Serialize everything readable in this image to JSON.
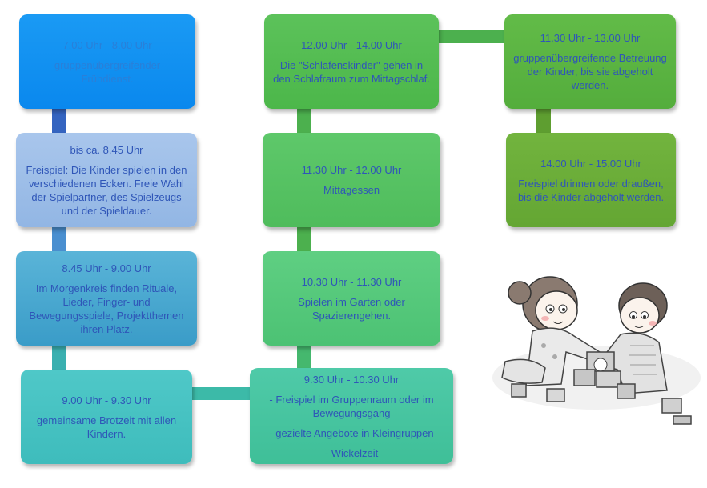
{
  "colors": {
    "connector_blue": "#3464c0",
    "connector_lightblue": "#4a8fd0",
    "connector_teal": "#3ab0b0",
    "connector_green": "#4cb04e",
    "connector_darkgreen": "#5e9e30",
    "text": "#2f56b8"
  },
  "boxes": {
    "b1": {
      "time": "7.00 Uhr - 8.00 Uhr",
      "lines": [
        "gruppenübergreifender Frühdienst."
      ]
    },
    "b2": {
      "time": "bis ca. 8.45 Uhr",
      "lines": [
        "Freispiel: Die Kinder spielen in den verschiedenen Ecken. Freie Wahl der Spielpartner, des Spielzeugs und der Spieldauer."
      ]
    },
    "b3": {
      "time": "8.45 Uhr - 9.00 Uhr",
      "lines": [
        "Im Morgenkreis finden Rituale, Lieder, Finger- und Bewegungsspiele, Projektthemen ihren Platz."
      ]
    },
    "b4": {
      "time": "9.00 Uhr - 9.30 Uhr",
      "lines": [
        "gemeinsame Brotzeit mit allen Kindern."
      ]
    },
    "b5": {
      "time": "9.30 Uhr - 10.30 Uhr",
      "lines": [
        "- Freispiel im Gruppenraum oder im Bewegungsgang",
        "- gezielte Angebote in Kleingruppen",
        "- Wickelzeit"
      ]
    },
    "b6": {
      "time": "10.30 Uhr - 11.30 Uhr",
      "lines": [
        "Spielen im Garten oder Spazierengehen."
      ]
    },
    "b7": {
      "time": "11.30 Uhr - 12.00 Uhr",
      "lines": [
        "Mittagessen"
      ]
    },
    "b8": {
      "time": "12.00 Uhr - 14.00 Uhr",
      "lines": [
        "Die \"Schlafenskinder\" gehen in den Schlafraum zum Mittagschlaf."
      ]
    },
    "b9": {
      "time": "11.30 Uhr - 13.00 Uhr",
      "lines": [
        "gruppenübergreifende Betreuung der Kinder, bis sie abgeholt werden."
      ]
    },
    "b10": {
      "time": "14.00 Uhr - 15.00 Uhr",
      "lines": [
        "Freispiel drinnen oder draußen, bis die Kinder abgeholt werden."
      ]
    }
  }
}
